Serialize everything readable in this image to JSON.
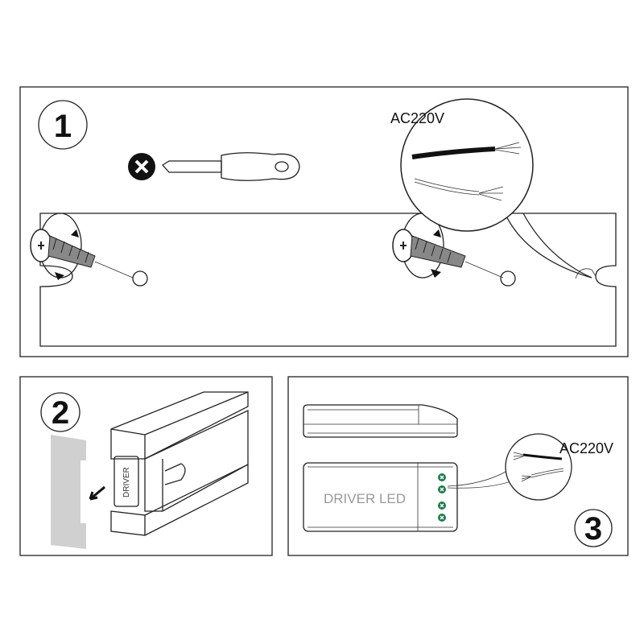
{
  "step1": {
    "number": "1",
    "voltage_label": "AC220V"
  },
  "step2": {
    "number": "2",
    "driver_label": "DRIVER"
  },
  "step3": {
    "number": "3",
    "voltage_label": "AC220V",
    "driver_label": "DRIVER LED"
  },
  "colors": {
    "terminal": "#1e7a4a",
    "cover": "#d0d0d0",
    "line": "#222222"
  }
}
